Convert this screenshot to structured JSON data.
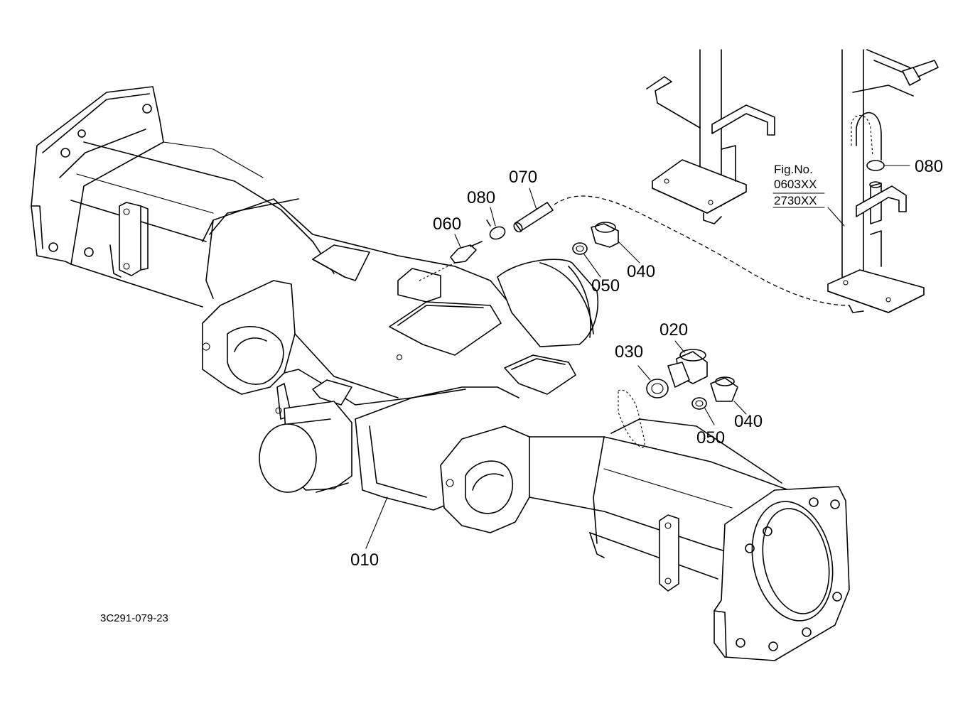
{
  "parts": {
    "p010": "010",
    "p020": "020",
    "p030": "030",
    "p040a": "040",
    "p040b": "040",
    "p050a": "050",
    "p050b": "050",
    "p060": "060",
    "p070": "070",
    "p080a": "080",
    "p080b": "080"
  },
  "figure_ref": {
    "line1": "Fig.No.",
    "line2": "0603XX",
    "line3": "2730XX"
  },
  "drawing_code": "3C291-079-23"
}
